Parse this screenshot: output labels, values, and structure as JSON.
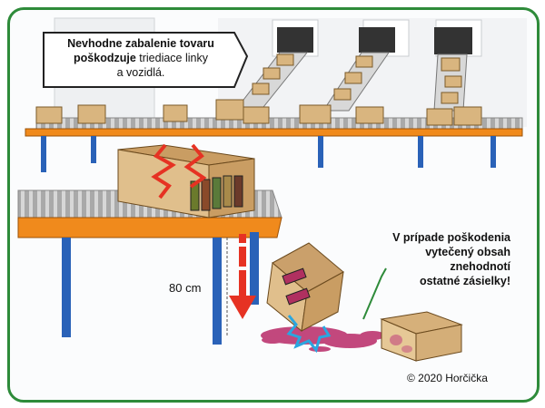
{
  "callout_top": {
    "line1_bold": "Nevhodne zabalenie tovaru",
    "line2_bold": "poškodzuje",
    "line2_rest": " triediace linky",
    "line3": "a vozidlá."
  },
  "callout_right": {
    "line1": "V prípade poškodenia",
    "line2": "vytečený obsah znehodnotí",
    "line3": "ostatné zásielky!"
  },
  "height_label": "80 cm",
  "copyright": "© 2020 Horčička",
  "colors": {
    "frame": "#2e8b3a",
    "conveyor_orange": "#f08a1c",
    "conveyor_leg": "#2a62b8",
    "box": "#d9b57f",
    "damage_red": "#e63223",
    "spill": "#c2487d",
    "arrow": "#e63223"
  }
}
